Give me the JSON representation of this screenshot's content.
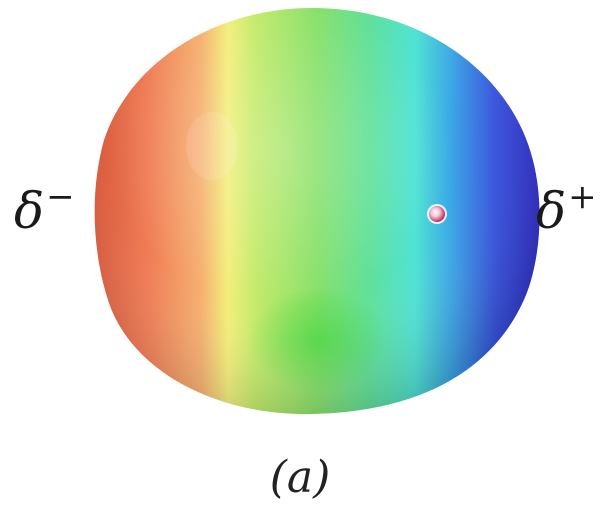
{
  "figure": {
    "label_left": {
      "symbol": "δ",
      "superscript": "−"
    },
    "label_right": {
      "symbol": "δ",
      "superscript": "+"
    },
    "caption": "(a)",
    "colors": {
      "negative_end": "#e8704f",
      "orange": "#f5a46a",
      "yellow": "#eff27a",
      "green": "#3fd93c",
      "cyan": "#52e2cf",
      "blue": "#3f61de",
      "deep_blue": "#2a2ac8",
      "nucleus_marker": "#d63a6a"
    }
  }
}
